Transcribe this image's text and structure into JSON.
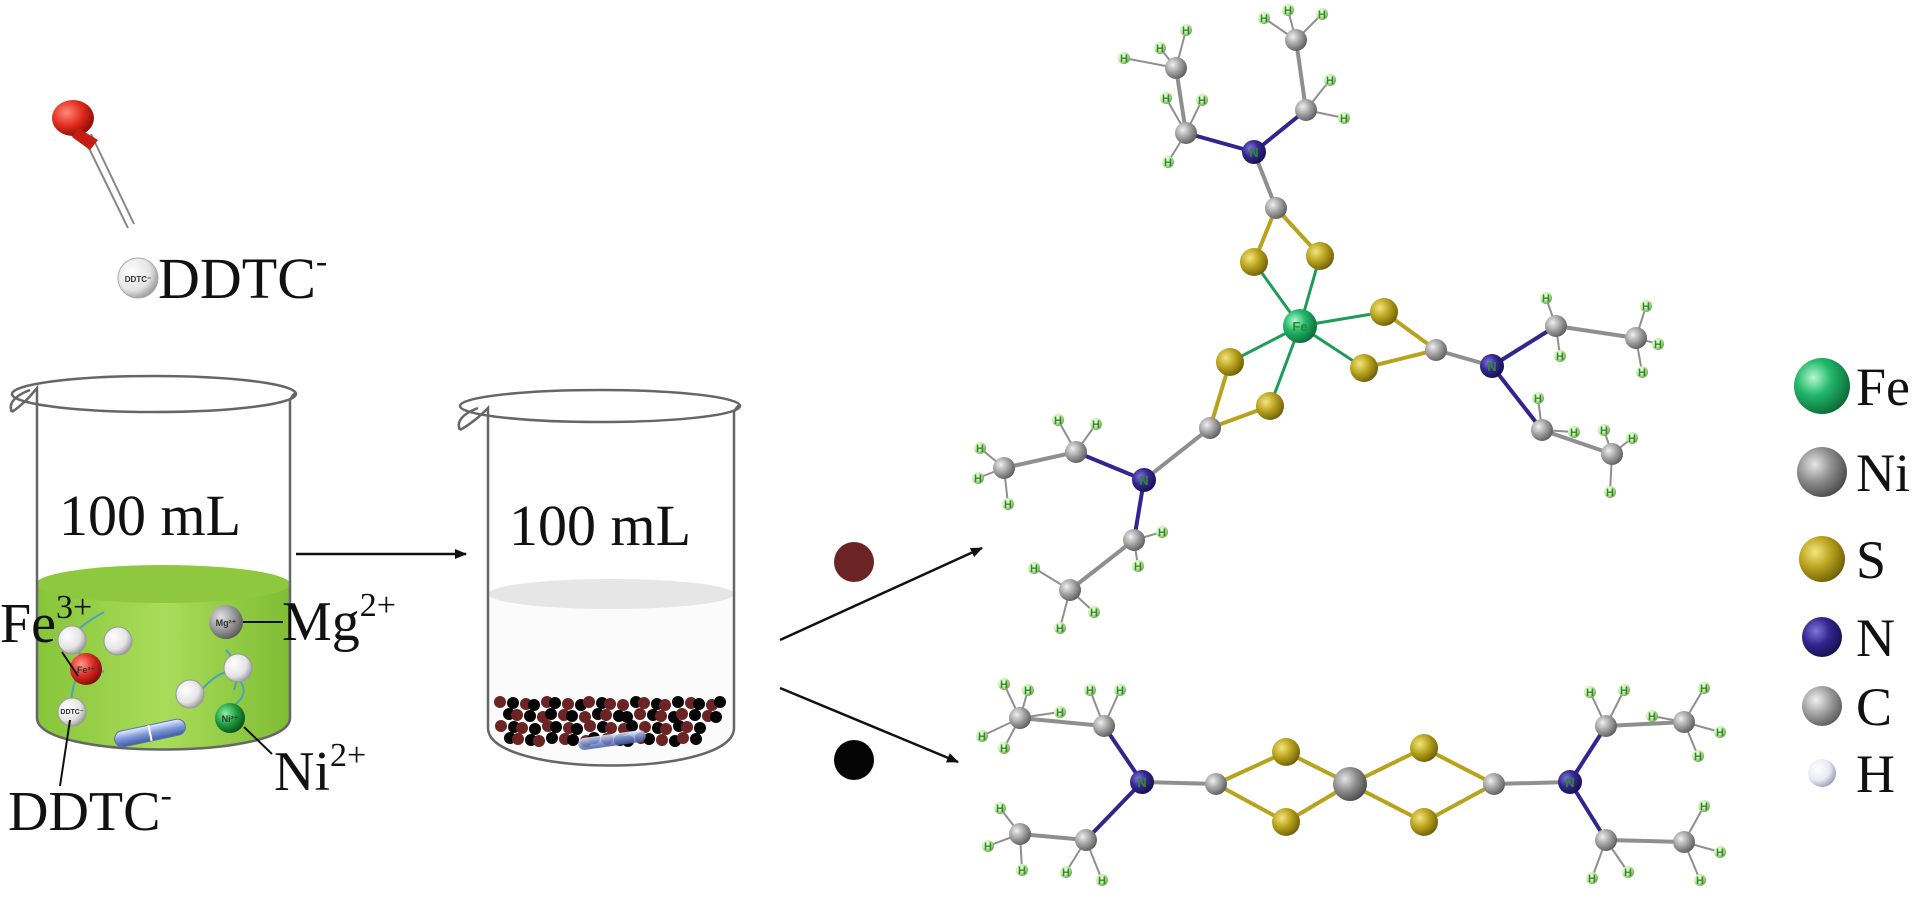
{
  "reagent": {
    "label": "DDTC",
    "charge": "-",
    "bead_text": "DDTC⁻"
  },
  "beaker1": {
    "volume": "100 mL",
    "ions": [
      {
        "label": "Fe",
        "sup": "3+",
        "bead_text": "Fe³⁺",
        "color": "#d9281f"
      },
      {
        "label": "Mg",
        "sup": "2+",
        "bead_text": "Mg²⁺",
        "color": "#9a9a9a"
      },
      {
        "label": "Ni",
        "sup": "2+",
        "bead_text": "Ni²⁺",
        "color": "#1a9b3a"
      }
    ],
    "ligand_label": "DDTC",
    "ligand_charge": "-",
    "bead_text": "DDTC⁻"
  },
  "beaker2": {
    "volume": "100 mL"
  },
  "products": [
    {
      "marker_color": "#6b2323"
    },
    {
      "marker_color": "#050505"
    }
  ],
  "molecule_labels": {
    "metal": "Fe",
    "nitrogen": "N",
    "hydrogen": "H"
  },
  "legend": [
    {
      "label": "Fe",
      "color": "#22b86a"
    },
    {
      "label": "Ni",
      "color": "#8e8e8e"
    },
    {
      "label": "S",
      "color": "#b9a31d"
    },
    {
      "label": "N",
      "color": "#32268e"
    },
    {
      "label": "C",
      "color": "#9b9b9b"
    },
    {
      "label": "H",
      "color": "#e9e9f4"
    }
  ],
  "colors": {
    "solution": "#98d24a",
    "bond": "#8f8f8f",
    "metal_bond": "#1f9c58",
    "s_bond": "#b9a31d",
    "n_bond": "#32268e",
    "h_atom": "#c9efa8"
  }
}
